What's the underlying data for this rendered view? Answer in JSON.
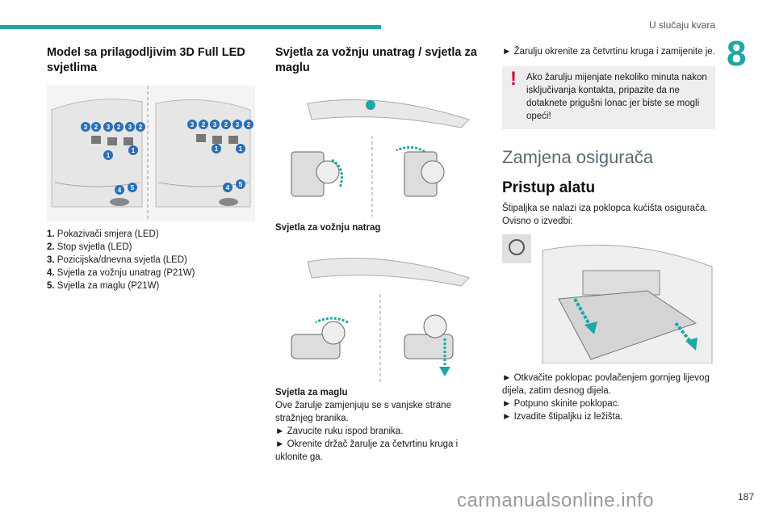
{
  "header": {
    "title": "U slučaju kvara",
    "chapter": "8",
    "page": "187"
  },
  "col1": {
    "heading": "Model sa prilagodljivim 3D Full LED svjetlima",
    "callouts": [
      "3",
      "2",
      "3",
      "2",
      "3",
      "2",
      "1",
      "1",
      "4",
      "5"
    ],
    "items": [
      {
        "num": "1.",
        "text": "Pokazivači smjera (LED)"
      },
      {
        "num": "2.",
        "text": "Stop svjetla (LED)"
      },
      {
        "num": "3.",
        "text": "Pozicijska/dnevna svjetla (LED)"
      },
      {
        "num": "4.",
        "text": "Svjetla za vožnju unatrag (P21W)"
      },
      {
        "num": "5.",
        "text": "Svjetla za maglu (P21W)"
      }
    ]
  },
  "col2": {
    "heading": "Svjetla za vožnju unatrag / svjetla za maglu",
    "caption1": "Svjetla za vožnju natrag",
    "caption2": "Svjetla za maglu",
    "p1": "Ove žarulje zamjenjuju se s vanjske strane stražnjeg branika.",
    "step1": "► Zavucite ruku ispod branika.",
    "step2": "► Okrenite držač žarulje za četvrtinu kruga i uklonite ga."
  },
  "col3": {
    "step0": "► Žarulju okrenite za četvrtinu kruga i zamijenite je.",
    "warning": "Ako žarulju mijenjate nekoliko minuta nakon isključivanja kontakta, pripazite da ne dotaknete prigušni lonac jer biste se mogli opeći!",
    "h_large": "Zamjena osigurača",
    "h_med": "Pristup alatu",
    "p1": "Štipaljka se nalazi iza poklopca kućišta osigurača.",
    "p2": "Ovisno o izvedbi:",
    "step1": "► Otkvačite poklopac povlačenjem gornjeg lijevog dijela, zatim desnog dijela.",
    "step2": "► Potpuno skinite poklopac.",
    "step3": "► Izvadite štipaljku iz ležišta."
  },
  "watermark": "carmanualsonline.info",
  "colors": {
    "accent": "#1fa6a6",
    "callout": "#2a6fb5",
    "arrow": "#1fa6a6",
    "warn": "#d0103a"
  }
}
